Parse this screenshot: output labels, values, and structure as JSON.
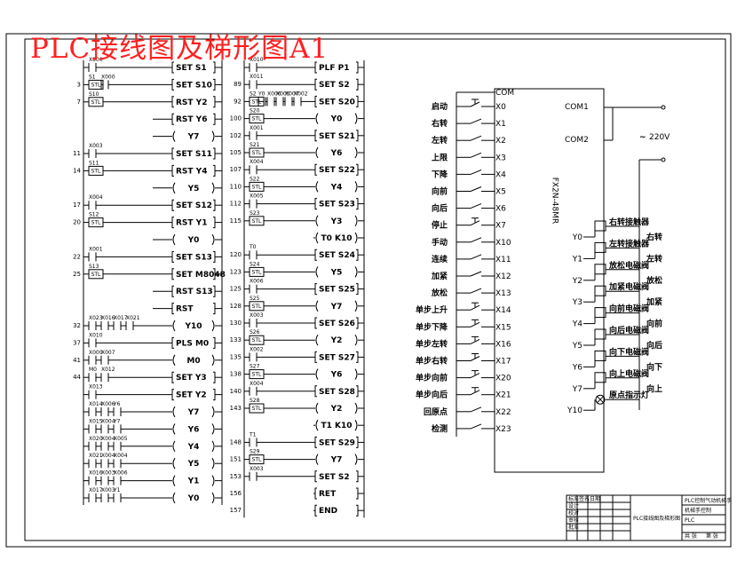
{
  "title": "PLC接线图及梯形图A1",
  "ladder_left": [
    {
      "n": "",
      "cs": [
        {
          "t": "X000"
        }
      ],
      "c": "SET S1"
    },
    {
      "n": "3",
      "cs": [
        {
          "t": "S1",
          "s": 1
        },
        {
          "t": "X000"
        }
      ],
      "c": "SET S10"
    },
    {
      "n": "7",
      "cs": [
        {
          "t": "S10",
          "s": 1
        }
      ],
      "c": "RST Y2"
    },
    {
      "n": "",
      "cs": [],
      "c": "RST Y6"
    },
    {
      "n": "",
      "cs": [],
      "c": "Y7",
      "coil": 1
    },
    {
      "n": "11",
      "cs": [
        {
          "t": "X003"
        }
      ],
      "c": "SET S11"
    },
    {
      "n": "14",
      "cs": [
        {
          "t": "S11",
          "s": 1
        }
      ],
      "c": "RST Y4"
    },
    {
      "n": "",
      "cs": [],
      "c": "Y5",
      "coil": 1
    },
    {
      "n": "17",
      "cs": [
        {
          "t": "X004"
        }
      ],
      "c": "SET S12"
    },
    {
      "n": "20",
      "cs": [
        {
          "t": "S12",
          "s": 1
        }
      ],
      "c": "RST Y1"
    },
    {
      "n": "",
      "cs": [],
      "c": "Y0",
      "coil": 1
    },
    {
      "n": "22",
      "cs": [
        {
          "t": "X001"
        }
      ],
      "c": "SET S13"
    },
    {
      "n": "25",
      "cs": [
        {
          "t": "S13",
          "s": 1
        }
      ],
      "c": "SET M8048"
    },
    {
      "n": "",
      "cs": [],
      "c": "RST S13"
    },
    {
      "n": "",
      "cs": [],
      "c": "RST"
    },
    {
      "n": "32",
      "cs": [
        {
          "t": "X023"
        },
        {
          "t": "X016"
        },
        {
          "t": "X017"
        },
        {
          "t": "X021"
        }
      ],
      "c": "Y10",
      "coil": 1
    },
    {
      "n": "37",
      "cs": [
        {
          "t": "X010"
        }
      ],
      "c": "PLS M0"
    },
    {
      "n": "41",
      "cs": [
        {
          "t": "X000"
        },
        {
          "t": "X007"
        }
      ],
      "c": "M0",
      "coil": 1
    },
    {
      "n": "44",
      "cs": [
        {
          "t": "M0"
        },
        {
          "t": "X012"
        }
      ],
      "c": "SET Y3"
    },
    {
      "n": "",
      "cs": [
        {
          "t": "X013"
        }
      ],
      "c": "SET Y2"
    },
    {
      "n": "",
      "cs": [
        {
          "t": "X014"
        },
        {
          "t": "X006"
        },
        {
          "t": "Y6"
        }
      ],
      "c": "Y7",
      "coil": 1
    },
    {
      "n": "",
      "cs": [
        {
          "t": "X015"
        },
        {
          "t": "X004"
        },
        {
          "t": "Y7"
        }
      ],
      "c": "Y6",
      "coil": 1
    },
    {
      "n": "",
      "cs": [
        {
          "t": "X020"
        },
        {
          "t": "X004"
        },
        {
          "t": "X005"
        }
      ],
      "c": "Y4",
      "coil": 1
    },
    {
      "n": "",
      "cs": [
        {
          "t": "X021"
        },
        {
          "t": "X004"
        },
        {
          "t": "X004"
        }
      ],
      "c": "Y5",
      "coil": 1
    },
    {
      "n": "",
      "cs": [
        {
          "t": "X016"
        },
        {
          "t": "X003"
        },
        {
          "t": "X006"
        }
      ],
      "c": "Y1",
      "coil": 1
    },
    {
      "n": "",
      "cs": [
        {
          "t": "X017"
        },
        {
          "t": "X003"
        },
        {
          "t": "Y1"
        }
      ],
      "c": "Y0",
      "coil": 1
    }
  ],
  "ladder_right": [
    {
      "n": "",
      "cs": [
        {
          "t": "X010"
        }
      ],
      "c": "PLF P1"
    },
    {
      "n": "89",
      "cs": [
        {
          "t": "X011"
        }
      ],
      "c": "SET S2"
    },
    {
      "n": "92",
      "cs": [
        {
          "t": "S2",
          "s": 1
        },
        {
          "t": "Y0"
        },
        {
          "t": "X006"
        },
        {
          "t": "X005"
        },
        {
          "t": "X007"
        },
        {
          "t": "X002"
        }
      ],
      "c": "SET S20"
    },
    {
      "n": "100",
      "cs": [
        {
          "t": "S20",
          "s": 1
        }
      ],
      "c": "Y0",
      "coil": 1
    },
    {
      "n": "102",
      "cs": [
        {
          "t": "X001"
        }
      ],
      "c": "SET S21"
    },
    {
      "n": "105",
      "cs": [
        {
          "t": "S21",
          "s": 1
        }
      ],
      "c": "Y6",
      "coil": 1
    },
    {
      "n": "107",
      "cs": [
        {
          "t": "X004"
        }
      ],
      "c": "SET S22"
    },
    {
      "n": "110",
      "cs": [
        {
          "t": "S22",
          "s": 1
        }
      ],
      "c": "Y4",
      "coil": 1
    },
    {
      "n": "112",
      "cs": [
        {
          "t": "X005"
        }
      ],
      "c": "SET S23"
    },
    {
      "n": "115",
      "cs": [
        {
          "t": "S23",
          "s": 1
        }
      ],
      "c": "Y3",
      "coil": 1
    },
    {
      "n": "",
      "cs": [],
      "c": "T0 K10",
      "coil": 1
    },
    {
      "n": "120",
      "cs": [
        {
          "t": "T0"
        }
      ],
      "c": "SET S24"
    },
    {
      "n": "123",
      "cs": [
        {
          "t": "S24",
          "s": 1
        }
      ],
      "c": "Y5",
      "coil": 1
    },
    {
      "n": "125",
      "cs": [
        {
          "t": "X006"
        }
      ],
      "c": "SET S25"
    },
    {
      "n": "128",
      "cs": [
        {
          "t": "S25",
          "s": 1
        }
      ],
      "c": "Y7",
      "coil": 1
    },
    {
      "n": "130",
      "cs": [
        {
          "t": "X003"
        }
      ],
      "c": "SET S26"
    },
    {
      "n": "133",
      "cs": [
        {
          "t": "S26",
          "s": 1
        }
      ],
      "c": "Y2",
      "coil": 1
    },
    {
      "n": "135",
      "cs": [
        {
          "t": "X002"
        }
      ],
      "c": "SET S27"
    },
    {
      "n": "138",
      "cs": [
        {
          "t": "S27",
          "s": 1
        }
      ],
      "c": "Y6",
      "coil": 1
    },
    {
      "n": "140",
      "cs": [
        {
          "t": "X004"
        }
      ],
      "c": "SET S28"
    },
    {
      "n": "143",
      "cs": [
        {
          "t": "S28",
          "s": 1
        }
      ],
      "c": "Y2",
      "coil": 1
    },
    {
      "n": "",
      "cs": [],
      "c": "T1 K10",
      "coil": 1
    },
    {
      "n": "148",
      "cs": [
        {
          "t": "T1"
        }
      ],
      "c": "SET S29"
    },
    {
      "n": "151",
      "cs": [
        {
          "t": "S29",
          "s": 1
        }
      ],
      "c": "Y7",
      "coil": 1
    },
    {
      "n": "153",
      "cs": [
        {
          "t": "X003"
        }
      ],
      "c": "SET S2"
    },
    {
      "n": "156",
      "cs": [],
      "c": "RET"
    },
    {
      "n": "157",
      "cs": [],
      "c": "END"
    }
  ],
  "plc": {
    "model": "FX2N-48MR",
    "com_in": "COM",
    "com_out": [
      "COM1",
      "COM2"
    ],
    "supply": "220V",
    "inputs": [
      {
        "name": "启动",
        "addr": "X0",
        "sw": "button"
      },
      {
        "name": "右转",
        "addr": "X1",
        "sw": "switch"
      },
      {
        "name": "左转",
        "addr": "X2",
        "sw": "switch"
      },
      {
        "name": "上限",
        "addr": "X3",
        "sw": "switch"
      },
      {
        "name": "下降",
        "addr": "X4",
        "sw": "switch"
      },
      {
        "name": "向前",
        "addr": "X5",
        "sw": "switch"
      },
      {
        "name": "向后",
        "addr": "X6",
        "sw": "switch"
      },
      {
        "name": "停止",
        "addr": "X7",
        "sw": "button"
      },
      {
        "name": "手动",
        "addr": "X10",
        "sw": "switch"
      },
      {
        "name": "连续",
        "addr": "X11",
        "sw": "switch"
      },
      {
        "name": "加紧",
        "addr": "X12",
        "sw": "switch"
      },
      {
        "name": "放松",
        "addr": "X13",
        "sw": "switch"
      },
      {
        "name": "单步上升",
        "addr": "X14",
        "sw": "button"
      },
      {
        "name": "单步下降",
        "addr": "X15",
        "sw": "button"
      },
      {
        "name": "单步左转",
        "addr": "X16",
        "sw": "button"
      },
      {
        "name": "单步右转",
        "addr": "X17",
        "sw": "button"
      },
      {
        "name": "单步向前",
        "addr": "X20",
        "sw": "button"
      },
      {
        "name": "单步向后",
        "addr": "X21",
        "sw": "button"
      },
      {
        "name": "回原点",
        "addr": "X22",
        "sw": "switch"
      },
      {
        "name": "检测",
        "addr": "X23",
        "sw": "switch"
      }
    ],
    "outputs": [
      {
        "addr": "Y0",
        "dev": "右转接触器",
        "func": "右转"
      },
      {
        "addr": "Y1",
        "dev": "左转接触器",
        "func": "左转"
      },
      {
        "addr": "Y2",
        "dev": "放松电磁阀",
        "func": "放松"
      },
      {
        "addr": "Y3",
        "dev": "加紧电磁阀",
        "func": "加紧"
      },
      {
        "addr": "Y4",
        "dev": "向前电磁阀",
        "func": "向前"
      },
      {
        "addr": "Y5",
        "dev": "向后电磁阀",
        "func": "向后"
      },
      {
        "addr": "Y6",
        "dev": "向下电磁阀",
        "func": "向下"
      },
      {
        "addr": "Y7",
        "dev": "向上电磁阀",
        "func": "向上"
      },
      {
        "addr": "Y10",
        "dev": "原点指示灯",
        "func": ""
      }
    ]
  },
  "title_block": {
    "drawing_name": "PLC接线图及梯形图",
    "cells": [
      "PLC控制气动机械手",
      "机械手控制",
      "PLC",
      "标准",
      "签名",
      "日期",
      "设计",
      "校对",
      "审核",
      "批准",
      "共 张",
      "第 张"
    ]
  }
}
